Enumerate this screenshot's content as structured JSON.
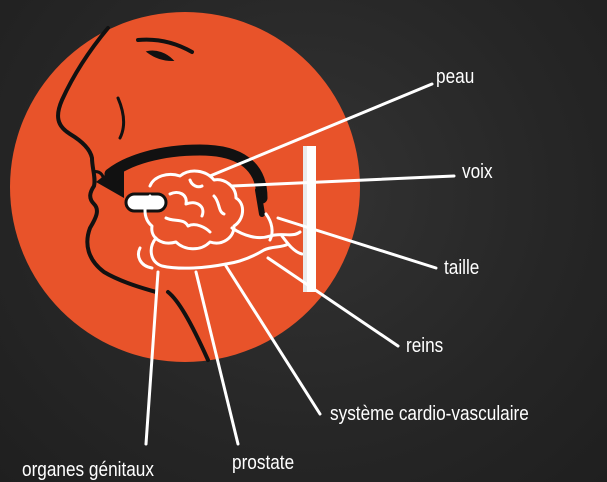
{
  "labels": {
    "peau": "peau",
    "voix": "voix",
    "taille": "taille",
    "reins": "reins",
    "systeme": "système cardio-vasculaire",
    "organes": "organes génitaux",
    "prostate": "prostate"
  },
  "colors": {
    "background": "#262626",
    "disc": "#e8532a",
    "ink": "#111111",
    "line": "#ffffff"
  }
}
